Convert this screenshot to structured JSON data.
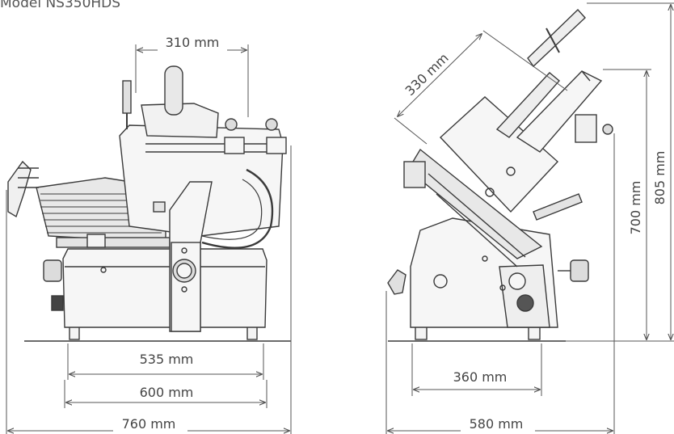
{
  "title": "Model NS350HDS",
  "colors": {
    "line": "#3a3a3a",
    "dim": "#555555",
    "fill": "#f2f2f2",
    "fill_dark": "#c9c9c9"
  },
  "front_view": {
    "top_width": "310 mm",
    "feet_span": "535 mm",
    "base_width": "600 mm",
    "overall_width": "760 mm"
  },
  "side_view": {
    "carriage_length": "330 mm",
    "feet_span": "360 mm",
    "overall_depth": "580 mm",
    "height_to_carriage": "700 mm",
    "overall_height": "805 mm"
  }
}
